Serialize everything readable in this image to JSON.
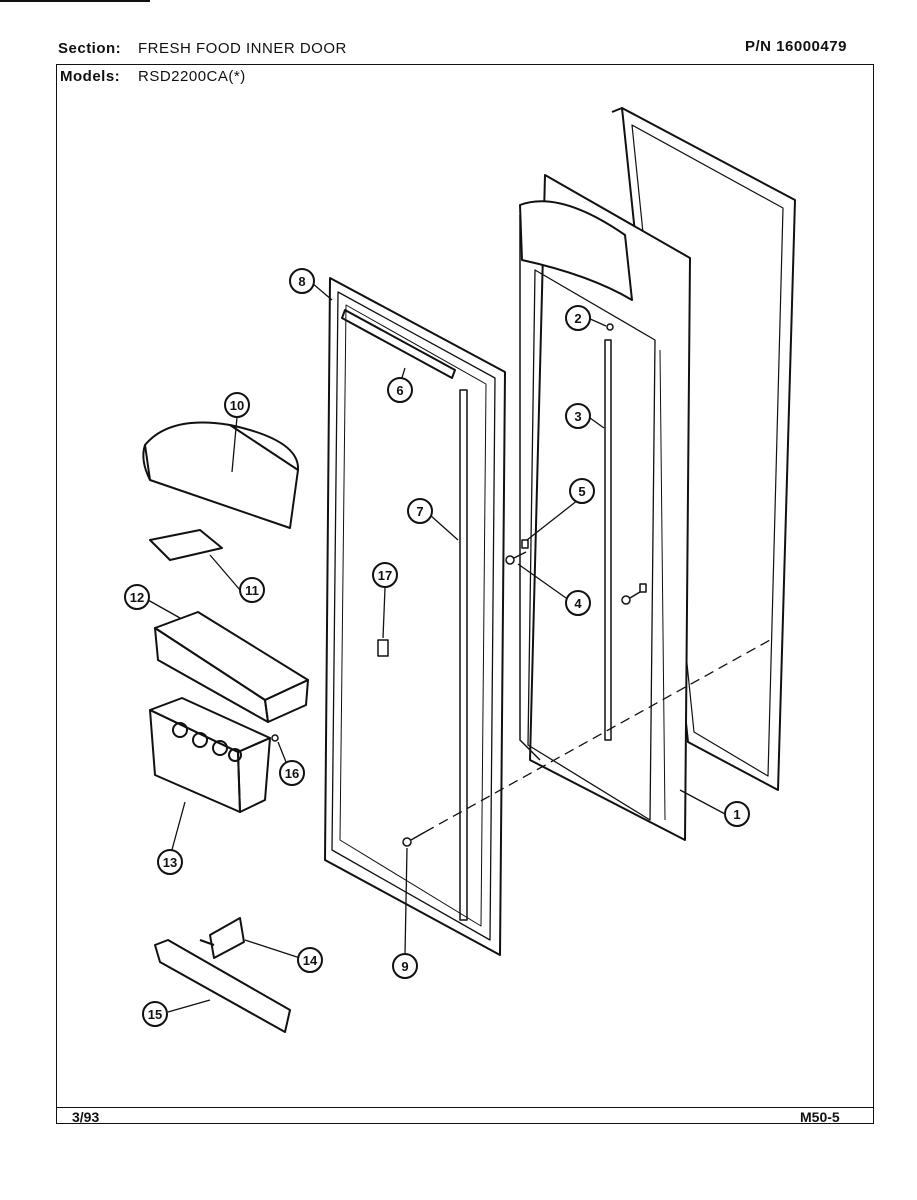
{
  "header": {
    "section_label": "Section:",
    "section_value": "FRESH FOOD INNER DOOR",
    "part_number": "P/N 16000479",
    "models_label": "Models:",
    "models_value": "RSD2200CA(*)"
  },
  "footer": {
    "date": "3/93",
    "page_code": "M50-5"
  },
  "callouts": [
    "1",
    "2",
    "3",
    "4",
    "5",
    "6",
    "7",
    "8",
    "9",
    "10",
    "11",
    "12",
    "13",
    "14",
    "15",
    "16",
    "17"
  ]
}
